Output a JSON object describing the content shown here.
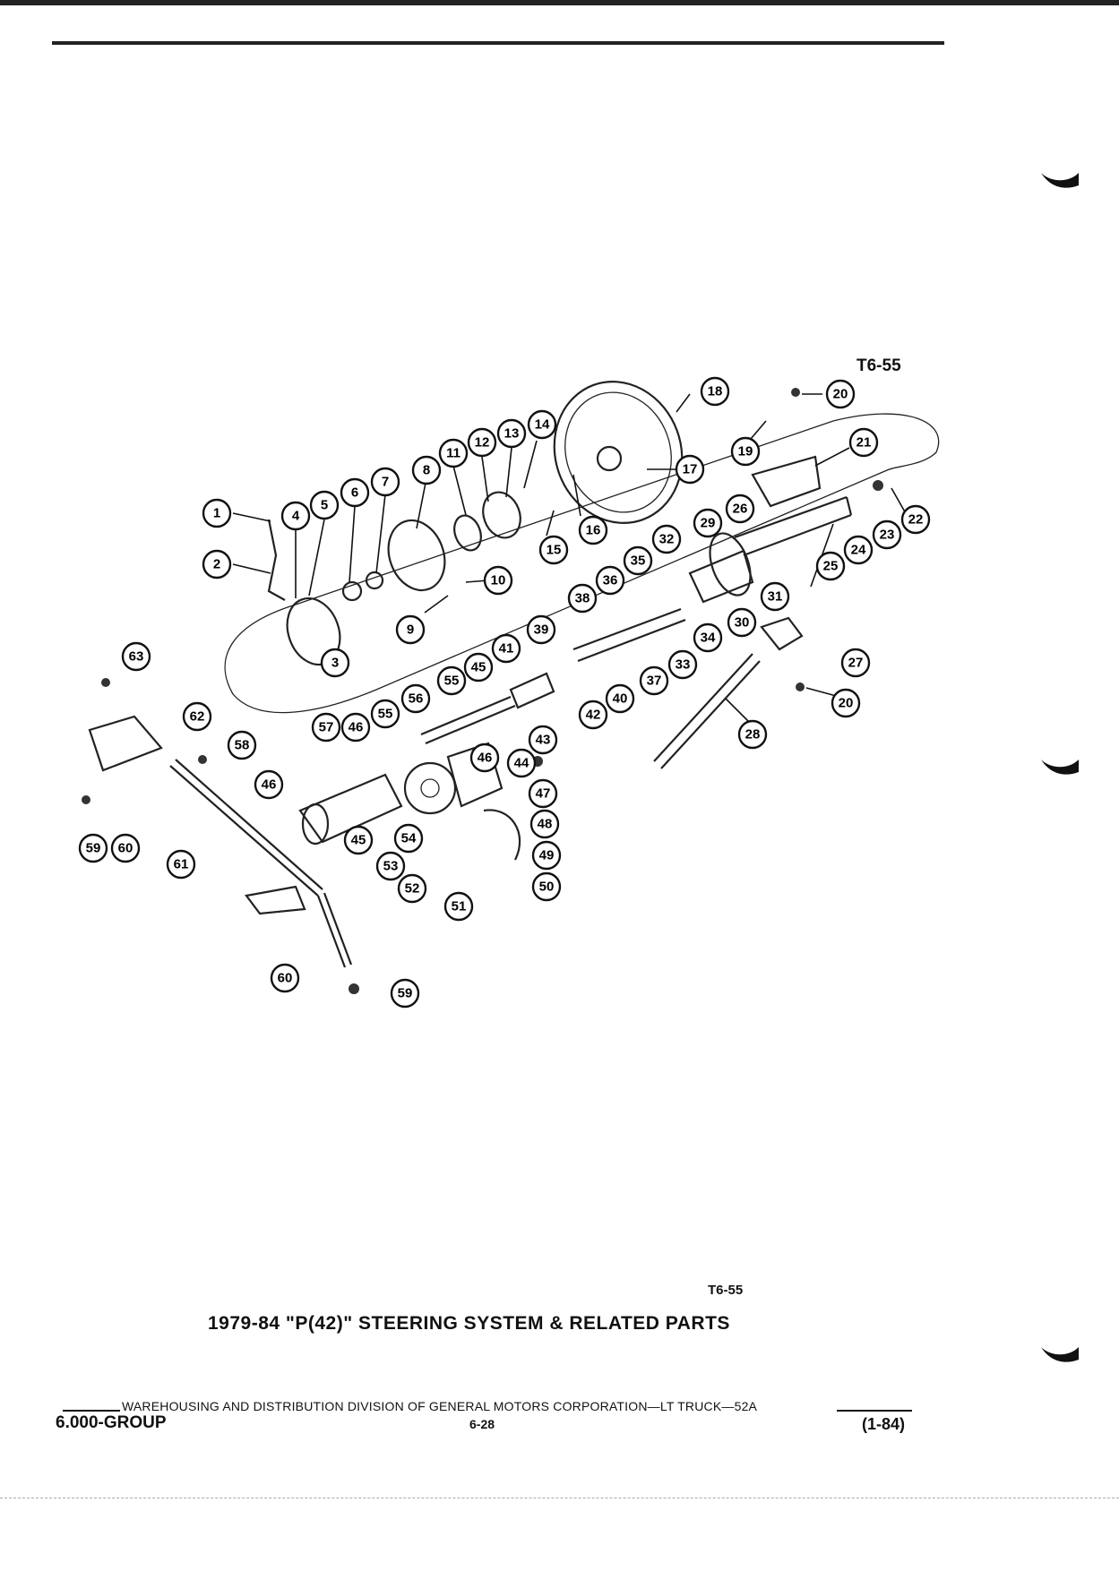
{
  "figure": {
    "code_top": "T6-55",
    "code_bottom": "T6-55",
    "caption": "1979-84 \"P(42)\" STEERING SYSTEM & RELATED PARTS",
    "callouts": [
      {
        "n": "1"
      },
      {
        "n": "2"
      },
      {
        "n": "3"
      },
      {
        "n": "4"
      },
      {
        "n": "5"
      },
      {
        "n": "6"
      },
      {
        "n": "7"
      },
      {
        "n": "8"
      },
      {
        "n": "9"
      },
      {
        "n": "10"
      },
      {
        "n": "11"
      },
      {
        "n": "12"
      },
      {
        "n": "13"
      },
      {
        "n": "14"
      },
      {
        "n": "15"
      },
      {
        "n": "16"
      },
      {
        "n": "17"
      },
      {
        "n": "18"
      },
      {
        "n": "19"
      },
      {
        "n": "20"
      },
      {
        "n": "20"
      },
      {
        "n": "21"
      },
      {
        "n": "22"
      },
      {
        "n": "23"
      },
      {
        "n": "24"
      },
      {
        "n": "25"
      },
      {
        "n": "26"
      },
      {
        "n": "27"
      },
      {
        "n": "28"
      },
      {
        "n": "29"
      },
      {
        "n": "30"
      },
      {
        "n": "31"
      },
      {
        "n": "32"
      },
      {
        "n": "33"
      },
      {
        "n": "34"
      },
      {
        "n": "35"
      },
      {
        "n": "36"
      },
      {
        "n": "37"
      },
      {
        "n": "38"
      },
      {
        "n": "39"
      },
      {
        "n": "40"
      },
      {
        "n": "41"
      },
      {
        "n": "42"
      },
      {
        "n": "43"
      },
      {
        "n": "44"
      },
      {
        "n": "45"
      },
      {
        "n": "45"
      },
      {
        "n": "46"
      },
      {
        "n": "46"
      },
      {
        "n": "46"
      },
      {
        "n": "47"
      },
      {
        "n": "48"
      },
      {
        "n": "49"
      },
      {
        "n": "50"
      },
      {
        "n": "51"
      },
      {
        "n": "52"
      },
      {
        "n": "53"
      },
      {
        "n": "54"
      },
      {
        "n": "55"
      },
      {
        "n": "55"
      },
      {
        "n": "56"
      },
      {
        "n": "57"
      },
      {
        "n": "58"
      },
      {
        "n": "59"
      },
      {
        "n": "59"
      },
      {
        "n": "60"
      },
      {
        "n": "60"
      },
      {
        "n": "61"
      },
      {
        "n": "62"
      },
      {
        "n": "63"
      }
    ]
  },
  "footer": {
    "division_line": "WAREHOUSING AND DISTRIBUTION  DIVISION OF GENERAL MOTORS CORPORATION—LT TRUCK—52A",
    "group": "6.000-GROUP",
    "page_number": "6-28",
    "date_code": "(1-84)"
  }
}
